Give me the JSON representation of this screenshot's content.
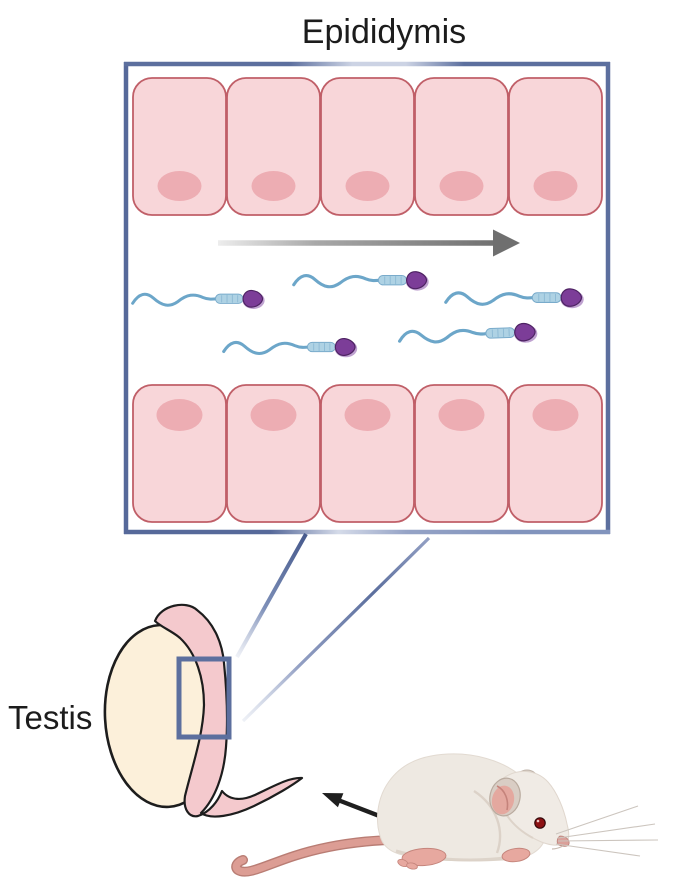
{
  "figure": {
    "title": "Epididymis",
    "organ_label": "Testis",
    "panel": {
      "epithelial_cells_top_row": 5,
      "epithelial_cells_bottom_row": 5,
      "sperm_count": 5,
      "flow_direction": "left-to-right"
    },
    "icons": {
      "flow_arrow": "right-arrow",
      "dissection_arrow": "up-left-arrow",
      "zoom_callout": "magnification-lines"
    },
    "colors": {
      "panel_border": "#5c6f9e",
      "cell_fill": "#f8d6d9",
      "cell_stroke": "#c05f68",
      "nucleus_fill": "#edadb3",
      "sperm_tail": "#6ca6c9",
      "sperm_midpiece": "#aed2e4",
      "sperm_head": "#7c3d98",
      "sperm_head_rim": "#bfa2d0",
      "flow_arrow": "#6f6f6f",
      "testis_fill": "#fcf0da",
      "epididymis_ribbon_fill": "#f4c9cd",
      "outline": "#1d1d1d",
      "mouse_body": "#eee9e2",
      "mouse_ear_inner": "#e4a89f",
      "mouse_tail": "#dc9d94",
      "mouse_eye": "#8c1113",
      "dissection_arrow": "#1f1f1f"
    }
  }
}
